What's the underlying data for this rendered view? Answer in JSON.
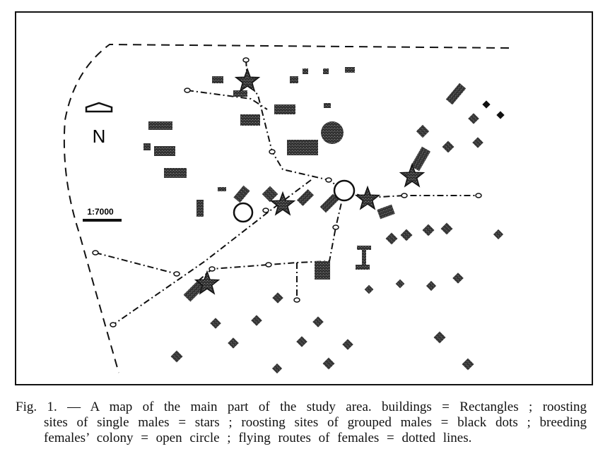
{
  "figure": {
    "map": {
      "north_label": "N",
      "scale_label": "1:7000",
      "legend_meaning": {
        "buildings": "rectangles",
        "single_male_roosts": "stars",
        "grouped_male_roosts": "black dots",
        "breeding_female_colony": "open circle",
        "female_flying_routes": "dotted lines"
      }
    },
    "caption": {
      "line1": "Fig. 1. — A map of the main part of the study area. buildings = Rectangles ; roosting",
      "line2": "sites of single males = stars ; roosting sites of grouped males = black dots ; breeding",
      "line3": "females’ colony = open circle ; flying routes of females = dotted lines."
    }
  }
}
